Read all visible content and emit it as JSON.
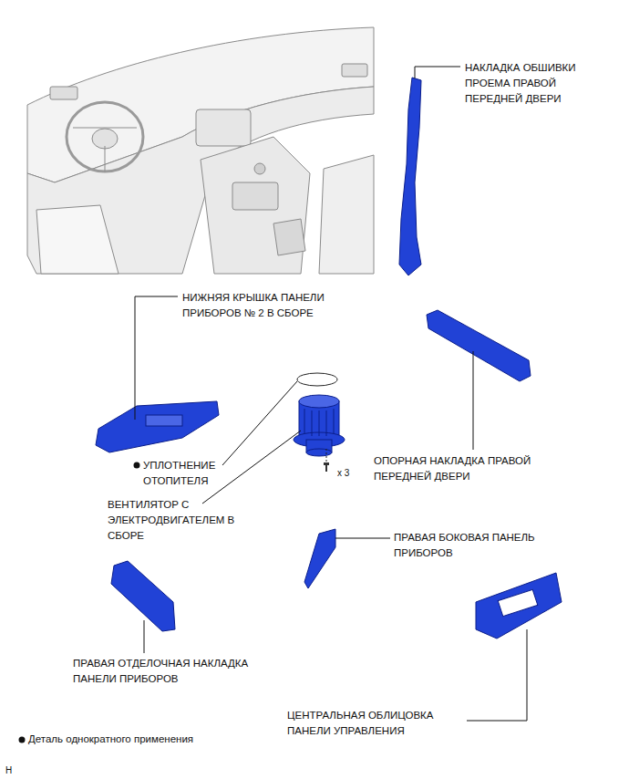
{
  "diagram": {
    "labels": [
      "НАКЛАДКА ОБШИВКИ ПРОЕМА ПРАВОЙ ПЕРЕДНЕЙ ДВЕРИ",
      "НИЖНЯЯ КРЫШКА ПАНЕЛИ ПРИБОРОВ № 2 В СБОРЕ",
      "УПЛОТНЕНИЕ ОТОПИТЕЛЯ",
      "x 3",
      "ВЕНТИЛЯТОР С ЭЛЕКТРОДВИГАТЕЛЕМ В СБОРЕ",
      "ОПОРНАЯ НАКЛАДКА ПРАВОЙ ПЕРЕДНЕЙ ДВЕРИ",
      "ПРАВАЯ БОКОВАЯ ПАНЕЛЬ ПРИБОРОВ",
      "ПРАВАЯ ОТДЕЛОЧНАЯ НАКЛАДКА ПАНЕЛИ ПРИБОРОВ",
      "ЦЕНТРАЛЬНАЯ ОБЛИЦОВКА ПАНЕЛИ УПРАВЛЕНИЯ",
      "H"
    ],
    "legend": [
      {
        "text": "Деталь однократного применения"
      }
    ]
  }
}
